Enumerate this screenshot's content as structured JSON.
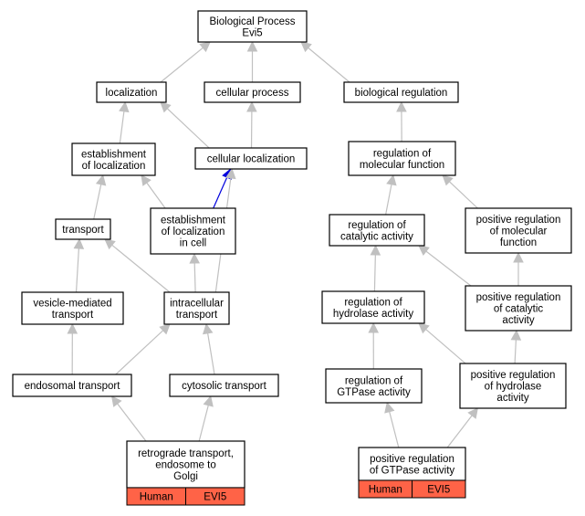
{
  "colors": {
    "edge_default": "#c0c0c0",
    "edge_highlight": "#0000dd",
    "leaf_fill": "#ff6347"
  },
  "nodes": {
    "root": [
      "Biological Process",
      "Evi5"
    ],
    "localization": [
      "localization"
    ],
    "cellular_process": [
      "cellular process"
    ],
    "biological_regulation": [
      "biological regulation"
    ],
    "establishment_of_localization": [
      "establishment",
      "of localization"
    ],
    "cellular_localization": [
      "cellular localization"
    ],
    "regulation_of_molecular_function": [
      "regulation of",
      "molecular function"
    ],
    "transport": [
      "transport"
    ],
    "establishment_of_localization_in_cell": [
      "establishment",
      "of localization",
      "in cell"
    ],
    "regulation_of_catalytic_activity": [
      "regulation of",
      "catalytic activity"
    ],
    "positive_regulation_of_molecular_function": [
      "positive regulation",
      "of molecular",
      "function"
    ],
    "vesicle_mediated_transport": [
      "vesicle-mediated",
      "transport"
    ],
    "intracellular_transport": [
      "intracellular",
      "transport"
    ],
    "regulation_of_hydrolase_activity": [
      "regulation of",
      "hydrolase activity"
    ],
    "positive_regulation_of_catalytic_activity": [
      "positive regulation",
      "of catalytic",
      "activity"
    ],
    "endosomal_transport": [
      "endosomal transport"
    ],
    "cytosolic_transport": [
      "cytosolic transport"
    ],
    "regulation_of_gtpase_activity": [
      "regulation of",
      "GTPase activity"
    ],
    "positive_regulation_of_hydrolase_activity": [
      "positive regulation",
      "of hydrolase",
      "activity"
    ],
    "retrograde_transport": [
      "retrograde transport,",
      "endosome to",
      "Golgi"
    ],
    "positive_regulation_of_gtpase_activity": [
      "positive regulation",
      "of GTPase activity"
    ]
  },
  "leaf_tags": {
    "retrograde_transport": [
      "Human",
      "EVI5"
    ],
    "positive_regulation_of_gtpase_activity": [
      "Human",
      "EVI5"
    ]
  },
  "edges": [
    {
      "from": "localization",
      "to": "root"
    },
    {
      "from": "cellular_process",
      "to": "root"
    },
    {
      "from": "biological_regulation",
      "to": "root"
    },
    {
      "from": "establishment_of_localization",
      "to": "localization"
    },
    {
      "from": "cellular_localization",
      "to": "localization"
    },
    {
      "from": "cellular_localization",
      "to": "cellular_process"
    },
    {
      "from": "regulation_of_molecular_function",
      "to": "biological_regulation"
    },
    {
      "from": "transport",
      "to": "establishment_of_localization"
    },
    {
      "from": "establishment_of_localization_in_cell",
      "to": "establishment_of_localization"
    },
    {
      "from": "establishment_of_localization_in_cell",
      "to": "cellular_localization",
      "highlight": true
    },
    {
      "from": "regulation_of_catalytic_activity",
      "to": "regulation_of_molecular_function"
    },
    {
      "from": "positive_regulation_of_molecular_function",
      "to": "regulation_of_molecular_function"
    },
    {
      "from": "vesicle_mediated_transport",
      "to": "transport"
    },
    {
      "from": "intracellular_transport",
      "to": "transport"
    },
    {
      "from": "intracellular_transport",
      "to": "establishment_of_localization_in_cell"
    },
    {
      "from": "intracellular_transport",
      "to": "cellular_localization"
    },
    {
      "from": "regulation_of_hydrolase_activity",
      "to": "regulation_of_catalytic_activity"
    },
    {
      "from": "positive_regulation_of_catalytic_activity",
      "to": "regulation_of_catalytic_activity"
    },
    {
      "from": "positive_regulation_of_catalytic_activity",
      "to": "positive_regulation_of_molecular_function"
    },
    {
      "from": "endosomal_transport",
      "to": "vesicle_mediated_transport"
    },
    {
      "from": "endosomal_transport",
      "to": "intracellular_transport"
    },
    {
      "from": "cytosolic_transport",
      "to": "intracellular_transport"
    },
    {
      "from": "regulation_of_gtpase_activity",
      "to": "regulation_of_hydrolase_activity"
    },
    {
      "from": "positive_regulation_of_hydrolase_activity",
      "to": "regulation_of_hydrolase_activity"
    },
    {
      "from": "positive_regulation_of_hydrolase_activity",
      "to": "positive_regulation_of_catalytic_activity"
    },
    {
      "from": "retrograde_transport",
      "to": "endosomal_transport"
    },
    {
      "from": "retrograde_transport",
      "to": "cytosolic_transport"
    },
    {
      "from": "positive_regulation_of_gtpase_activity",
      "to": "regulation_of_gtpase_activity"
    },
    {
      "from": "positive_regulation_of_gtpase_activity",
      "to": "positive_regulation_of_hydrolase_activity"
    }
  ]
}
